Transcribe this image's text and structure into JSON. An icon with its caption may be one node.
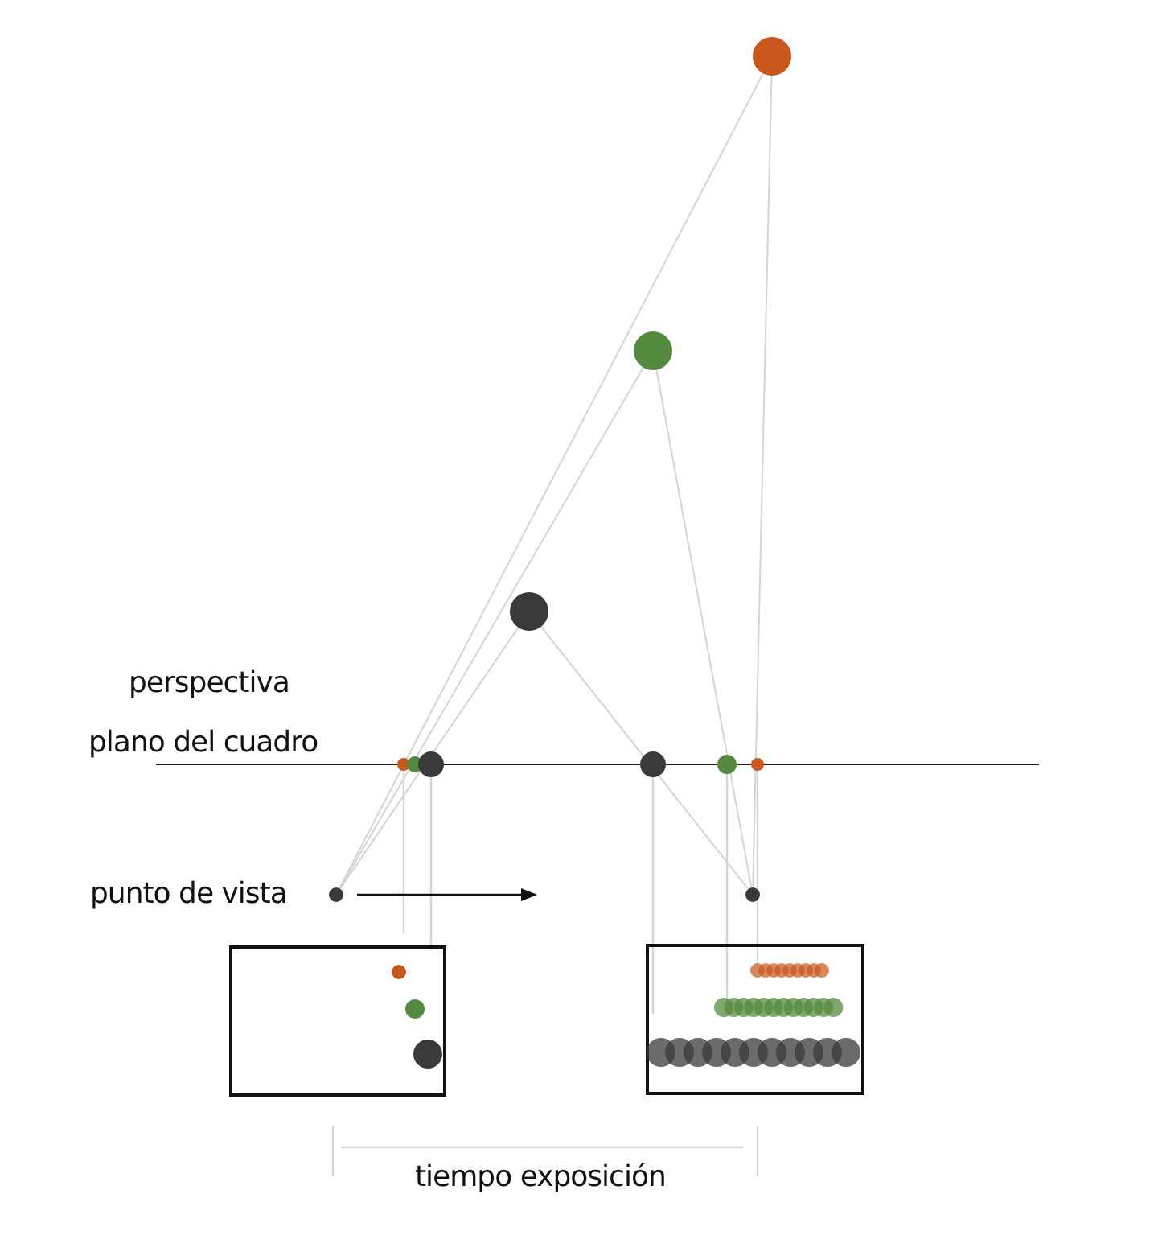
{
  "diagram": {
    "labels": [
      "perspectiva",
      "plano del cuadro",
      "punto de vista",
      "tiempo exposición"
    ]
  }
}
